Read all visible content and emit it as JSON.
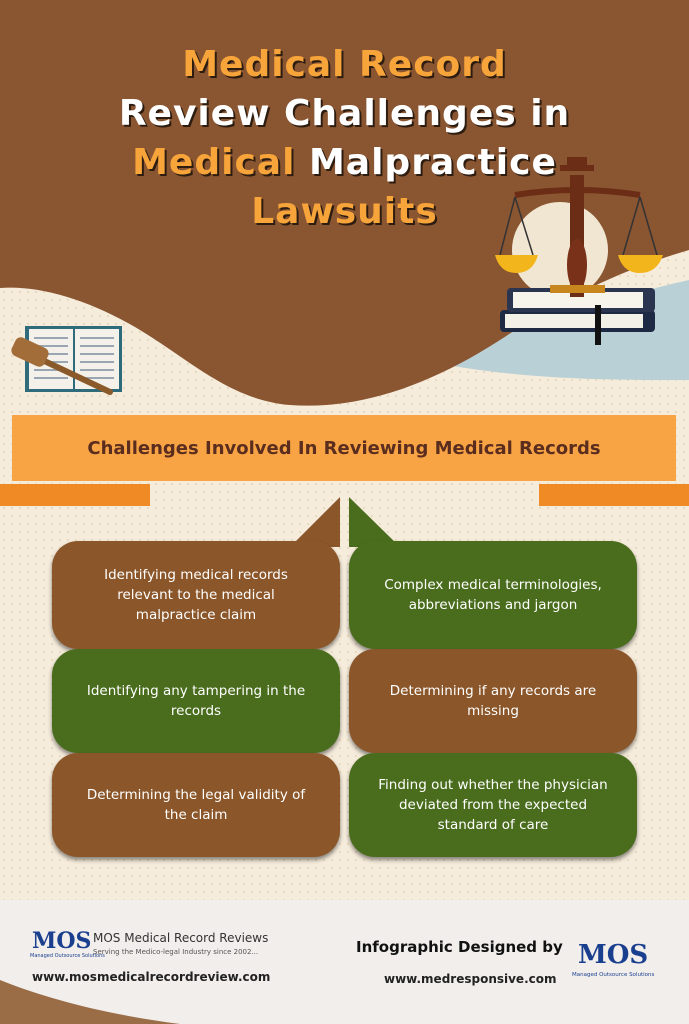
{
  "title": {
    "line1": "Medical Record",
    "line2": "Review Challenges in",
    "line3_a": "Medical",
    "line3_b": " Malpractice",
    "line4": "Lawsuits"
  },
  "section_heading": "Challenges Involved In Reviewing Medical Records",
  "challenges": {
    "left": [
      "Identifying medical records relevant to the medical malpractice claim",
      "Identifying any tampering in the records",
      "Determining the legal validity of the claim"
    ],
    "right": [
      "Complex medical terminologies, abbreviations and jargon",
      "Determining if any records are missing",
      "Finding out whether the physician deviated from the expected standard of care"
    ]
  },
  "footer": {
    "left_logo": "MOS",
    "left_logo_sub": "Managed Outsource Solutions",
    "brand_name": "MOS Medical Record Reviews",
    "brand_tagline": "Serving the Medico-legal Industry since 2002...",
    "left_url": "www.mosmedicalrecordreview.com",
    "designed_by": "Infographic Designed by",
    "right_url": "www.medresponsive.com",
    "right_logo": "MOS",
    "right_logo_sub": "Managed Outsource Solutions"
  },
  "colors": {
    "brown": "#8b5629",
    "green": "#4a6d1d",
    "orange": "#f9a444",
    "cream": "#f6ecdc"
  }
}
